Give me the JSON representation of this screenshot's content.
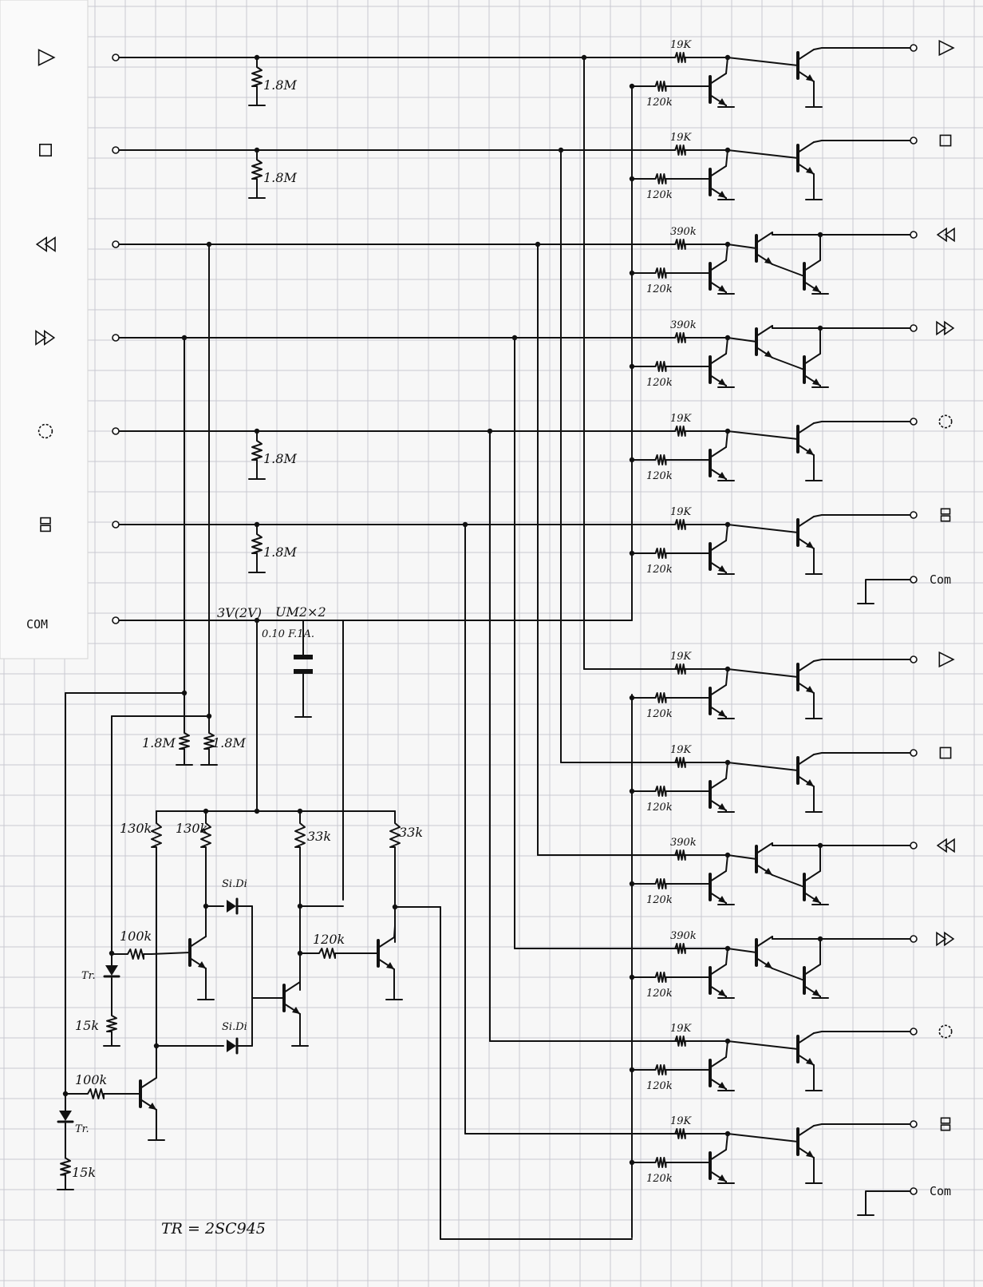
{
  "title": "",
  "colors": {
    "paper": "#f7f7f7",
    "grid": "#c9c9d2",
    "ink": "#111111",
    "faint_ink": "#555555"
  },
  "left_panel": {
    "buttons": [
      {
        "icon": "play-icon"
      },
      {
        "icon": "stop-icon"
      },
      {
        "icon": "rewind-icon"
      },
      {
        "icon": "fast-forward-icon"
      },
      {
        "icon": "record-icon"
      },
      {
        "icon": "pause-icon"
      }
    ],
    "com_label": "COM"
  },
  "channels": [
    {
      "base_resistor": "19K",
      "pulldown": "120k",
      "darlington": false,
      "output_icon": "play-icon"
    },
    {
      "base_resistor": "19K",
      "pulldown": "120k",
      "darlington": false,
      "output_icon": "stop-icon"
    },
    {
      "base_resistor": "390k",
      "pulldown": "120k",
      "darlington": true,
      "output_icon": "rewind-icon"
    },
    {
      "base_resistor": "390k",
      "pulldown": "120k",
      "darlington": true,
      "output_icon": "fast-forward-icon"
    },
    {
      "base_resistor": "19K",
      "pulldown": "120k",
      "darlington": false,
      "output_icon": "record-icon"
    },
    {
      "base_resistor": "19K",
      "pulldown": "120k",
      "darlington": false,
      "output_icon": "pause-icon"
    },
    {
      "base_resistor": "19K",
      "pulldown": "120k",
      "darlington": false,
      "output_icon": "play-icon"
    },
    {
      "base_resistor": "19K",
      "pulldown": "120k",
      "darlington": false,
      "output_icon": "stop-icon"
    },
    {
      "base_resistor": "390k",
      "pulldown": "120k",
      "darlington": true,
      "output_icon": "rewind-icon"
    },
    {
      "base_resistor": "390k",
      "pulldown": "120k",
      "darlington": true,
      "output_icon": "fast-forward-icon"
    },
    {
      "base_resistor": "19K",
      "pulldown": "120k",
      "darlington": false,
      "output_icon": "record-icon"
    },
    {
      "base_resistor": "19K",
      "pulldown": "120k",
      "darlington": false,
      "output_icon": "pause-icon"
    }
  ],
  "com_outputs": [
    "Com",
    "Com"
  ],
  "pulldowns": [
    "1.8M",
    "1.8M",
    "1.8M",
    "1.8M",
    "1.8M",
    "1.8M"
  ],
  "supply": {
    "voltage": "3V(2V)",
    "battery": "UM2×2",
    "fuse": "0.10 F.1A."
  },
  "logic": {
    "r_130k_a": "130k",
    "r_130k_b": "130k",
    "r_33k_a": "33k",
    "r_33k_b": "33k",
    "diode_top": "Si.Di",
    "diode_bottom": "Si.Di",
    "r_100k_a": "100k",
    "r_100k_b": "100k",
    "r_120k": "120k",
    "r_15k_a": "15k",
    "r_15k_b": "15k",
    "tr_a": "Tr.",
    "tr_b": "Tr."
  },
  "note": "TR = 2SC945"
}
